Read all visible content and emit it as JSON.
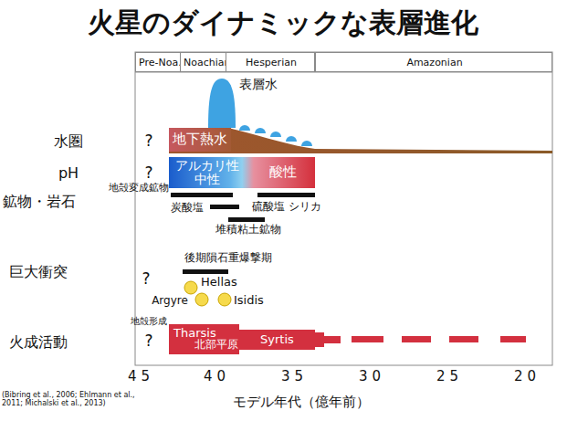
{
  "diagram": {
    "title": "火星のダイナミックな表層進化",
    "nodes": [
      {
        "text": [
          "Pre-Noa."
        ]
      },
      {
        "text": [
          "Noachian"
        ]
      },
      {
        "text": [
          "Hesperian"
        ]
      },
      {
        "text": [
          "Amazonian"
        ]
      },
      {
        "text": [
          "地下熱水"
        ]
      },
      {
        "text": [
          "アルカリ性 中性",
          "酸性"
        ]
      },
      {
        "text": [
          "Tharsis",
          "北部平原",
          "Syrtis"
        ]
      }
    ],
    "labels": [
      "水圏",
      "pH",
      "鉱物・岩石",
      "巨大衝突",
      "火成活動",
      "?",
      "?",
      "?",
      "?",
      "表層水",
      "地殻変成鉱物",
      "炭酸塩",
      "硫酸塩",
      "シリカ",
      "堆積粘土鉱物",
      "後期隕石重爆撃期",
      "Hellas",
      "Argyre",
      "Isidis",
      "地殻形成",
      "4 5",
      "4 0",
      "3 5",
      "3 0",
      "2 5",
      "2 0",
      "モデル年代（億年前）",
      "(Bibring et al., 2006; Ehlmann et al., 2011; Michalski et al., 2013)"
    ]
  }
}
